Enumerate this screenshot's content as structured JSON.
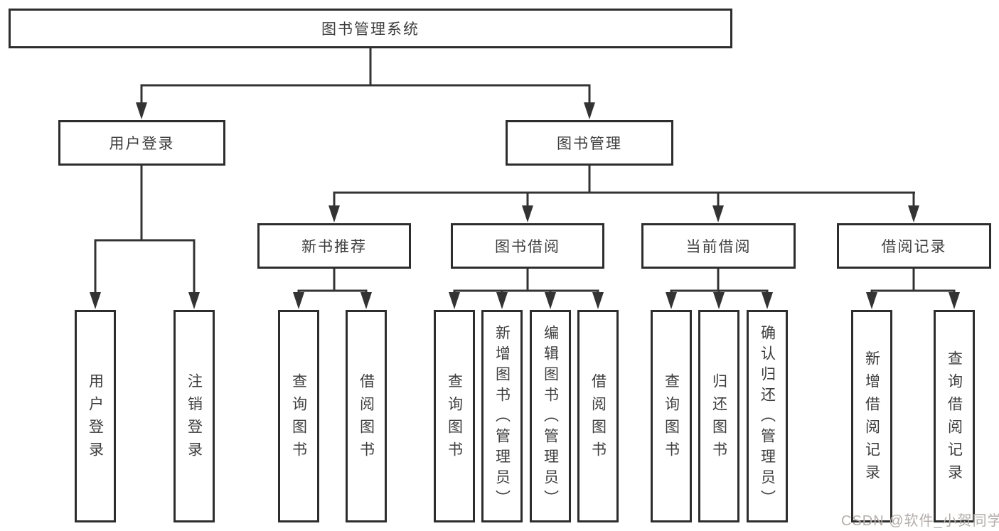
{
  "tree": {
    "root": "图书管理系统",
    "children": [
      {
        "label": "用户登录",
        "children": [
          "用户登录",
          "注销登录"
        ]
      },
      {
        "label": "图书管理",
        "children": [
          {
            "label": "新书推荐",
            "children": [
              "查询图书",
              "借阅图书"
            ]
          },
          {
            "label": "图书借阅",
            "children": [
              "查询图书",
              "新增图书（管理员）",
              "编辑图书（管理员）",
              "借阅图书"
            ]
          },
          {
            "label": "当前借阅",
            "children": [
              "查询图书",
              "归还图书",
              "确认归还（管理员）"
            ]
          },
          {
            "label": "借阅记录",
            "children": [
              "新增借阅记录",
              "查询借阅记录"
            ]
          }
        ]
      }
    ]
  },
  "watermark": {
    "text": "CSDN @软件_小贺同学"
  },
  "colors": {
    "node_border": "#2d2d2d",
    "connector": "#333333",
    "node_text": "#3d3d3d",
    "watermark_text": "#b4aeab",
    "background": "#ffffff"
  }
}
